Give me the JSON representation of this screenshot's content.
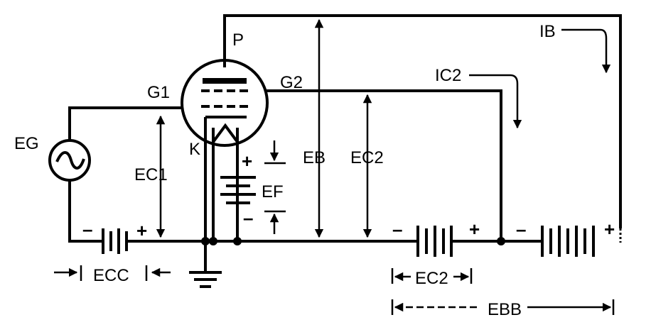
{
  "labels": {
    "plate": "P",
    "grid1": "G1",
    "grid2": "G2",
    "cathode": "K",
    "signal": "EG",
    "ec1": "EC1",
    "eb": "EB",
    "ec2": "EC2",
    "ef": "EF",
    "ic2": "IC2",
    "ib": "IB",
    "ecc": "ECC",
    "ec2_bottom": "EC2",
    "ebb": "EBB"
  },
  "signs": {
    "minus": "–",
    "plus": "+"
  },
  "colors": {
    "ink": "#000000",
    "background": "#ffffff"
  }
}
